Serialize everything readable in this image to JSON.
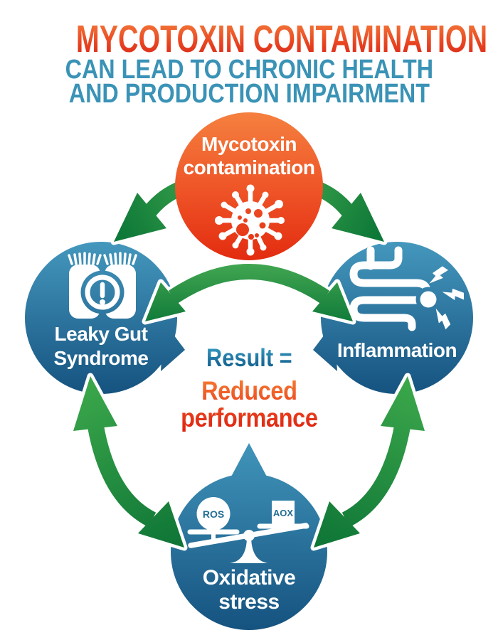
{
  "header": {
    "title": "MYCOTOXIN CONTAMINATION",
    "subtitle_line1": "CAN LEAD TO CHRONIC HEALTH",
    "subtitle_line2": "AND PRODUCTION IMPAIRMENT"
  },
  "cycle": {
    "mycotoxin": {
      "line1": "Mycotoxin",
      "line2": "contamination",
      "icon": "virus-icon"
    },
    "leaky_gut": {
      "line1": "Leaky Gut",
      "line2": "Syndrome",
      "icon": "leaky-gut-icon"
    },
    "inflammation": {
      "label": "Inflammation",
      "icon": "inflamed-intestine-icon"
    },
    "oxidative": {
      "line1": "Oxidative",
      "line2": "stress",
      "icon": "unbalanced-scale-icon",
      "scale": {
        "left": "ROS",
        "right": "AOX"
      }
    }
  },
  "center": {
    "prefix": "Result =",
    "line1": "Reduced",
    "line2": "performance"
  },
  "colors": {
    "title_gradient_top": "#f5823f",
    "title_gradient_bottom": "#d5231a",
    "subtitle": "#3a93b6",
    "bubble_orange_top": "#f57d3e",
    "bubble_orange_bottom": "#e32c10",
    "bubble_blue_top": "#4497bd",
    "bubble_blue_bottom": "#15527f",
    "arrow_green_light": "#46ad50",
    "arrow_green_dark": "#0d7838",
    "result_blue": "#1c6f9c",
    "result_orange": "#e8401f",
    "scale_label_blue": "#256e95",
    "icon_white": "#ffffff"
  }
}
